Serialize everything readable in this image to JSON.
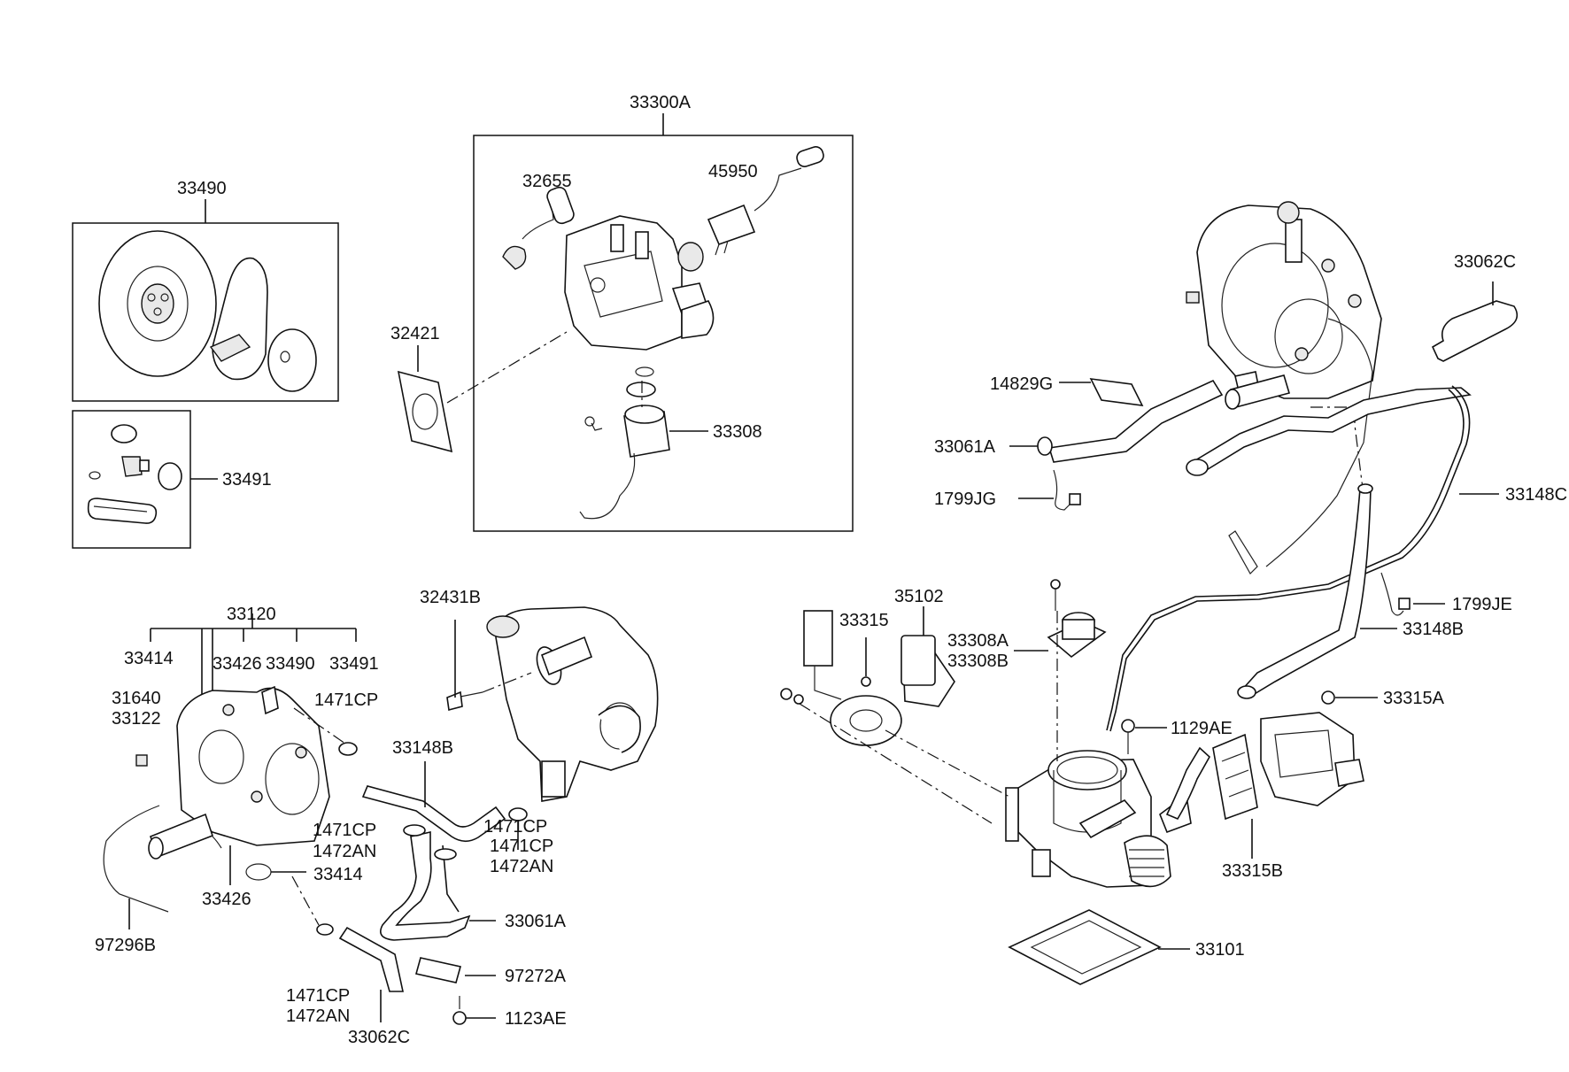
{
  "labels": {
    "p33300A": "33300A",
    "p33490_top": "33490",
    "p32655": "32655",
    "p45950": "45950",
    "p32421": "32421",
    "p33308": "33308",
    "p33491_top": "33491",
    "p33062C_top": "33062C",
    "p14829G": "14829G",
    "p33061A_top": "33061A",
    "p1799JG": "1799JG",
    "p33148C": "33148C",
    "p33120": "33120",
    "p33414_a": "33414",
    "p33426_a": "33426",
    "p33490_b": "33490",
    "p33491_b": "33491",
    "p31640": "31640",
    "p33122": "33122",
    "p1471CP_a": "1471CP",
    "p32431B": "32431B",
    "p33148B_mid": "33148B",
    "p1471CP_b": "1471CP",
    "p1471CP_c": "1471CP",
    "p1472AN_c": "1472AN",
    "p1471CP_d": "1471CP",
    "p1472AN_d": "1472AN",
    "p33414_b": "33414",
    "p33426_b": "33426",
    "p97296B": "97296B",
    "p33061A_mid": "33061A",
    "p97272A": "97272A",
    "p1471CP_e": "1471CP",
    "p1472AN_e": "1472AN",
    "p1123AE": "1123AE",
    "p33062C_bot": "33062C",
    "p35102": "35102",
    "p33315": "33315",
    "p33308A": "33308A",
    "p33308B": "33308B",
    "p1799JE": "1799JE",
    "p33148B_right": "33148B",
    "p33315A": "33315A",
    "p1129AE": "1129AE",
    "p33315B": "33315B",
    "p33101": "33101"
  }
}
